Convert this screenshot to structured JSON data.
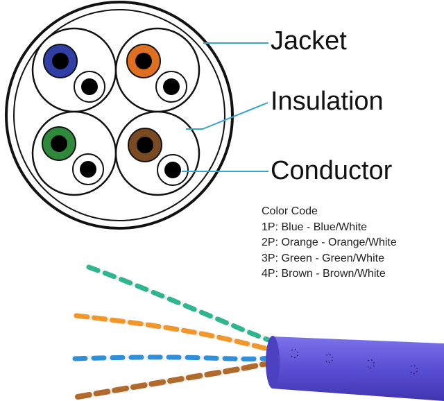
{
  "labels": {
    "jacket": "Jacket",
    "insulation": "Insulation",
    "conductor": "Conductor"
  },
  "color_code": {
    "title": "Color Code",
    "pairs": [
      "1P: Blue - Blue/White",
      "2P: Orange - Orange/White",
      "3P: Green - Green/White",
      "4P: Brown - Brown/White"
    ]
  },
  "colors": {
    "blue": "#2f3fa6",
    "orange": "#e0701f",
    "green": "#2e8a3a",
    "brown": "#7a4a22",
    "jacket_purple": "#5c52d6",
    "leader_line": "#35a6c8"
  }
}
